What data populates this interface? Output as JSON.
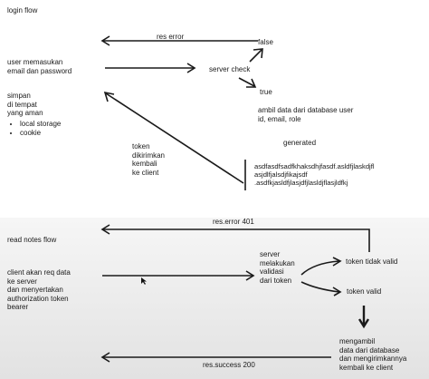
{
  "login": {
    "title": "login flow",
    "user_input": "user memasukan\nemail dan password",
    "server_check": "server check",
    "res_error": "res error",
    "false_label": "false",
    "true_label": "true",
    "db_step": "ambil data dari database user\nid, email, role",
    "generated": "generated",
    "token_value": "asdfasdfsadfkhaksdhjfasdf.asldfjlaskdjfl\nasjdlfjalsdjfikajsdf\n.asdfkjasldfjlasjdfjlasldjflasjldfkj",
    "token_sent": "token\ndikirimkan\nkembali\nke client",
    "store_title": "simpan\ndi tempat\nyang aman",
    "store_options": [
      "local storage",
      "cookie"
    ]
  },
  "read": {
    "title": "read notes flow",
    "client_request": "client akan req data\nke server\ndan menyertakan\nauthorization token\nbearer",
    "server_validate": "server\nmelakukan\nvalidasi\ndari token",
    "token_invalid": "token tidak valid",
    "token_valid": "token valid",
    "res_error_401": "res.error 401",
    "fetch_data": "mengambil\ndata dari database\ndan mengirimkannya\nkembali ke client",
    "res_success": "res.success 200"
  }
}
